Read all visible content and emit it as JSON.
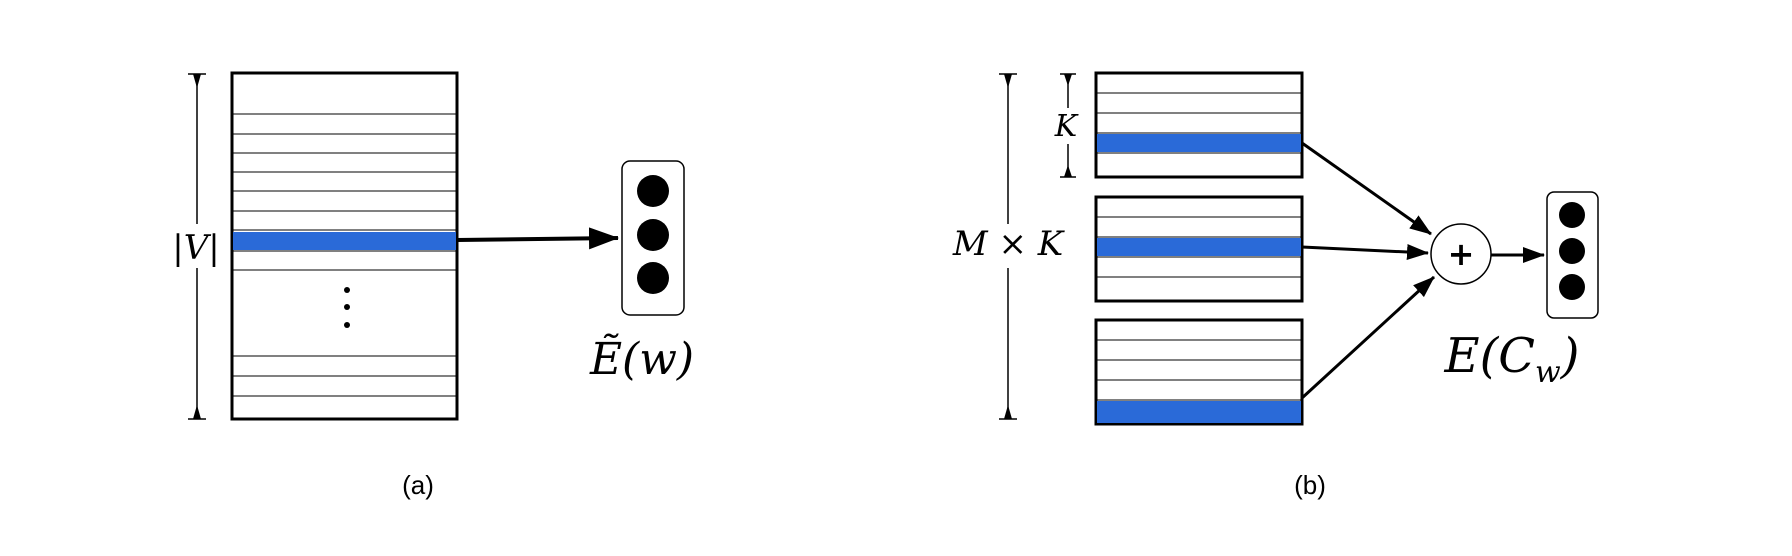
{
  "panel_a": {
    "dimension_label": "|V|",
    "output_label": "Ẽ(w)",
    "caption": "(a)"
  },
  "panel_b": {
    "codebook_size_label": "K",
    "dimension_label": "M × K",
    "operator_symbol": "+",
    "output_label": "E(C",
    "output_label_subscript": "w",
    "output_label_close": ")",
    "caption": "(b)"
  },
  "colors": {
    "highlight_row": "#2a6ad8",
    "stroke": "#000000",
    "background": "#ffffff"
  }
}
